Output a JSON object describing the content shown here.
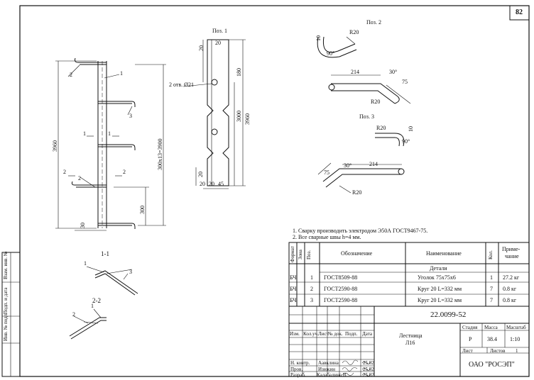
{
  "sheet": {
    "number": "82"
  },
  "main_view": {
    "dim_total": "3960",
    "dim_span": "300x13=3900",
    "dim_step": "300",
    "dim_bottom": "30",
    "callout_1": "1",
    "callout_2": "2",
    "callout_3": "3",
    "section_1": "1",
    "section_2": "2"
  },
  "pos1": {
    "title": "Поз. 1",
    "dim_20": "20",
    "dim_180": "180",
    "dim_3000": "3000",
    "dim_3960": "3960",
    "dim_45": "45",
    "holes": "2 отв. Ø21"
  },
  "pos2": {
    "title": "Поз. 2",
    "r20": "R20",
    "dim_10": "10",
    "angle_90": "90°",
    "dim_214": "214",
    "angle_30": "30°",
    "dim_75": "75"
  },
  "pos3": {
    "title": "Поз. 3",
    "r20": "R20",
    "dim_10": "10",
    "angle_90": "90°",
    "angle_30": "30°",
    "dim_214": "214",
    "dim_75": "75"
  },
  "sections": {
    "s11_title": "1-1",
    "s22_title": "2-2"
  },
  "notes": [
    "1. Сварку производить электродом Э50А ГОСТ9467-75.",
    "2. Все сварные швы h=4 мм."
  ],
  "spec": {
    "headers": {
      "format": "Формат",
      "zone": "Зона",
      "pos": "Поз.",
      "designation": "Обозначение",
      "name": "Наименование",
      "qty": "Кол.",
      "note_1": "Приме-",
      "note_2": "чание"
    },
    "section": "Детали",
    "rows": [
      {
        "format": "БЧ",
        "pos": "1",
        "designation": "ГОСТ8509-88",
        "name": "Уголок 75х75х6",
        "qty": "1",
        "note": "27.2 кг"
      },
      {
        "format": "БЧ",
        "pos": "2",
        "designation": "ГОСТ2590-88",
        "name": "Круг 20 L=332 мм",
        "qty": "7",
        "note": "0.8 кг"
      },
      {
        "format": "БЧ",
        "pos": "3",
        "designation": "ГОСТ2590-88",
        "name": "Круг 20 L=332 мм",
        "qty": "7",
        "note": "0.8 кг"
      }
    ]
  },
  "title_block": {
    "code": "22.0099-52",
    "name": "Лестница",
    "mark": "Л16",
    "stage_label": "Стадия",
    "mass_label": "Масса",
    "scale_label": "Масштаб",
    "stage": "Р",
    "mass": "38.4",
    "scale": "1:10",
    "sheet_label": "Лист",
    "sheets_label": "Листов",
    "sheets": "1",
    "company": "ОАО \"РОСЭП\"",
    "cols": [
      "Изм.",
      "Кол.уч.",
      "Лист",
      "№ док.",
      "Подп.",
      "Дата"
    ],
    "signers": [
      {
        "role": "Н. контр.",
        "name": "Аавклина",
        "date": "25.02"
      },
      {
        "role": "Пров.",
        "name": "Изюкин",
        "date": "25.02"
      },
      {
        "role": "Разраб.",
        "name": "Калабалина В",
        "date": "25.02"
      }
    ]
  },
  "stamp": [
    "Взам. инв. №",
    "Подп. и дата",
    "Инв. № подл."
  ]
}
